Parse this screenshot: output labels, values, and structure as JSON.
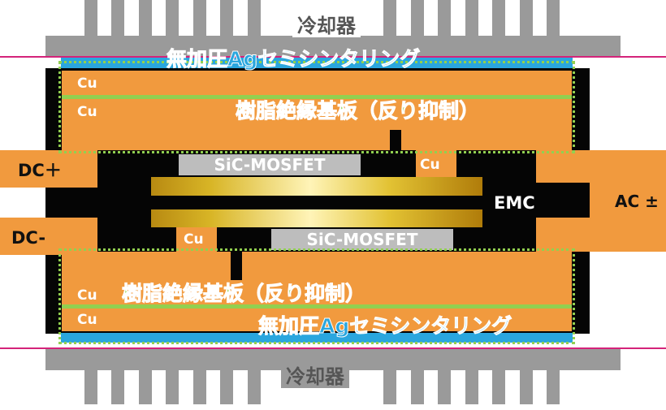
{
  "labels": {
    "cooler_top": "冷却器",
    "cooler_bottom": "冷却器",
    "sinter_top": "無加圧Agセミシンタリング",
    "sinter_bottom": "無加圧Agセミシンタリング",
    "substrate_top": "樹脂絶縁基板（反り抑制）",
    "substrate_bottom": "樹脂絶縁基板（反り抑制）",
    "cu_top_1": "Cu",
    "cu_top_2": "Cu",
    "cu_mid_right": "Cu",
    "cu_mid_left": "Cu",
    "cu_bottom_1": "Cu",
    "cu_bottom_2": "Cu",
    "die_top": "SiC-MOSFET",
    "die_bottom": "SiC-MOSFET",
    "emc": "EMC",
    "dc_plus": "DC＋",
    "dc_minus": "DC-",
    "ac": "AC ±"
  },
  "colors": {
    "copper": "#f19a3e",
    "resin_line": "#92d050",
    "sinter": "#2aa6de",
    "emc": "#050505",
    "cooler": "#9a9a9a",
    "die": "#bdbdbd",
    "boundary_line": "#d4237a"
  }
}
